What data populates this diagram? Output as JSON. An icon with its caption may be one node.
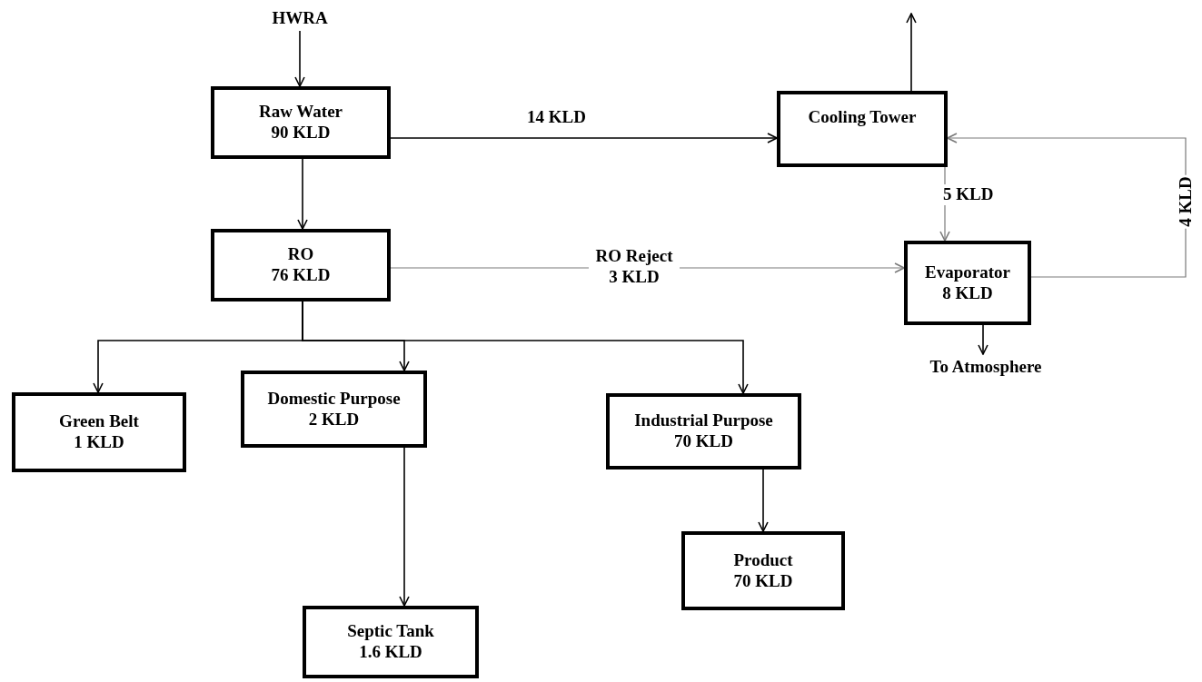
{
  "diagram": {
    "nodes": [
      {
        "text": [
          "HWRA"
        ]
      },
      {
        "text": [
          "Raw Water",
          "90 KLD"
        ]
      },
      {
        "text": [
          "Cooling Tower"
        ]
      },
      {
        "text": [
          "RO",
          "76 KLD"
        ]
      },
      {
        "text": [
          "Evaporator",
          "8 KLD"
        ]
      },
      {
        "text": [
          "To Atmosphere"
        ]
      },
      {
        "text": [
          "Green Belt",
          "1 KLD"
        ]
      },
      {
        "text": [
          "Domestic Purpose",
          "2 KLD"
        ]
      },
      {
        "text": [
          "Industrial Purpose",
          "70 KLD"
        ]
      },
      {
        "text": [
          "Product",
          "70 KLD"
        ]
      },
      {
        "text": [
          "Septic Tank",
          "1.6 KLD"
        ]
      }
    ],
    "edges": [
      {
        "from": 0,
        "to": 1,
        "arrow": "to"
      },
      {
        "from": 1,
        "to": 2,
        "arrow": "to",
        "label": "14 KLD"
      },
      {
        "from": 1,
        "to": 3,
        "arrow": "to"
      },
      {
        "from": 3,
        "to": 4,
        "arrow": "to",
        "label": "RO Reject 3 KLD",
        "color": "#7a7a7a"
      },
      {
        "from": 2,
        "to": 4,
        "arrow": "to",
        "label": "5 KLD",
        "color": "#7a7a7a"
      },
      {
        "from": 4,
        "to": 2,
        "arrow": "to",
        "label": "4 KLD",
        "color": "#7a7a7a"
      },
      {
        "from": 2,
        "to": null,
        "arrow": "to"
      },
      {
        "from": 4,
        "to": 5,
        "arrow": "to"
      },
      {
        "from": 3,
        "to": 6,
        "arrow": "to"
      },
      {
        "from": 3,
        "to": 7,
        "arrow": "to"
      },
      {
        "from": 3,
        "to": 8,
        "arrow": "to"
      },
      {
        "from": 8,
        "to": 9,
        "arrow": "to"
      },
      {
        "from": 7,
        "to": 10,
        "arrow": "to"
      }
    ]
  }
}
